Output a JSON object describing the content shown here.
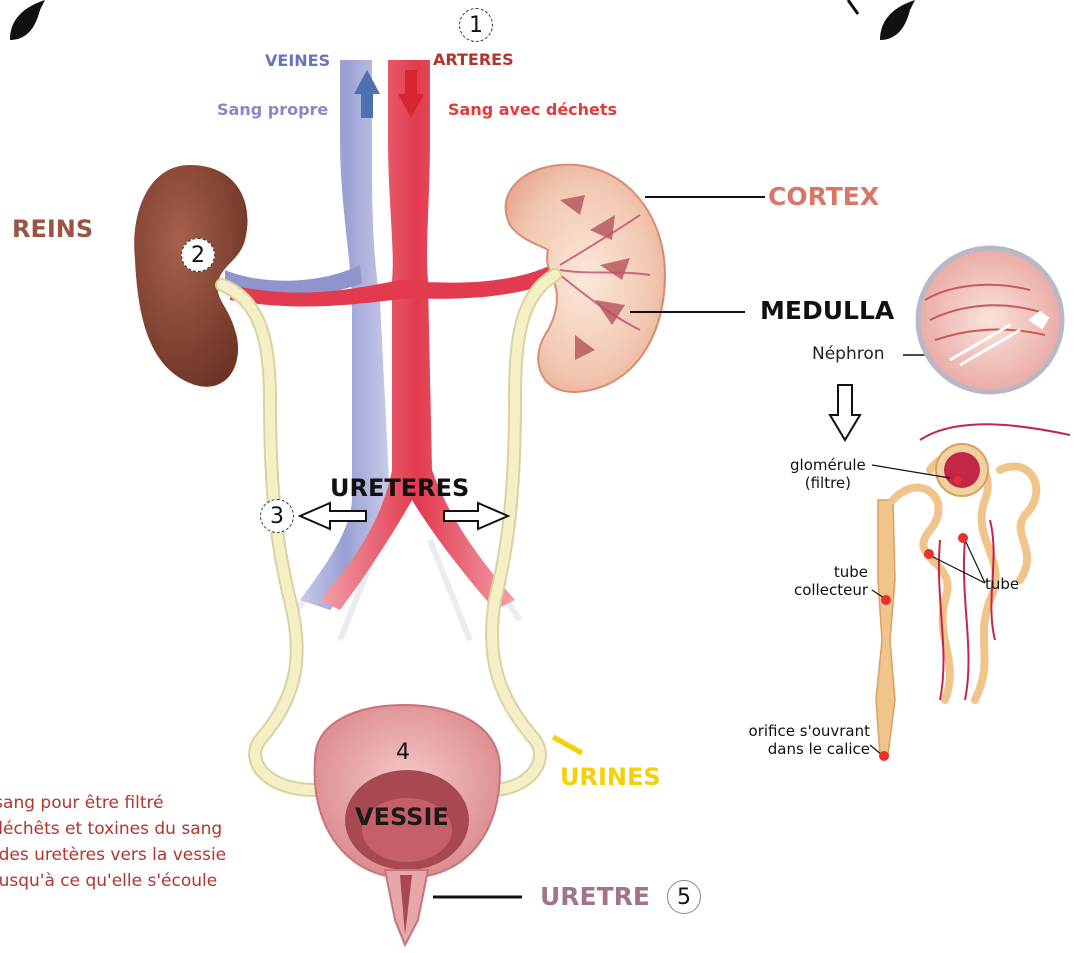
{
  "labels": {
    "veines": "VEINES",
    "arteres": "ARTERES",
    "sang_propre": "Sang propre",
    "sang_dechets": "Sang avec déchets",
    "reins": "REINS",
    "cortex": "CORTEX",
    "medulla": "MEDULLA",
    "nephron": "Néphron",
    "ureteres": "URETERES",
    "urines": "URINES",
    "vessie": "VESSIE",
    "uretre": "URETRE",
    "glomerule_1": "glomérule",
    "glomerule_2": "(filtre)",
    "tube_collecteur_1": "tube",
    "tube_collecteur_2": "collecteur",
    "tube": "tube",
    "orifice_1": "orifice s'ouvrant",
    "orifice_2": "dans le calice"
  },
  "markers": [
    "1",
    "2",
    "3",
    "4",
    "5"
  ],
  "side_text": [
    "u sang pour être filtré",
    "s déchêts et toxines du sang",
    "le des uretères vers la vessie",
    "e jusqu'à ce qu'elle s'écoule"
  ],
  "colors": {
    "vein": "#8e95cc",
    "artery": "#e23a4e",
    "kidney_brown": "#8a4a3a",
    "label_red": "#b0352d",
    "cortex_label": "#d9766a",
    "urine_yellow": "#f4d00a",
    "ureter": "#f2ecbc",
    "bladder": "#e7a7a8",
    "uretre_label": "#a2748c"
  }
}
